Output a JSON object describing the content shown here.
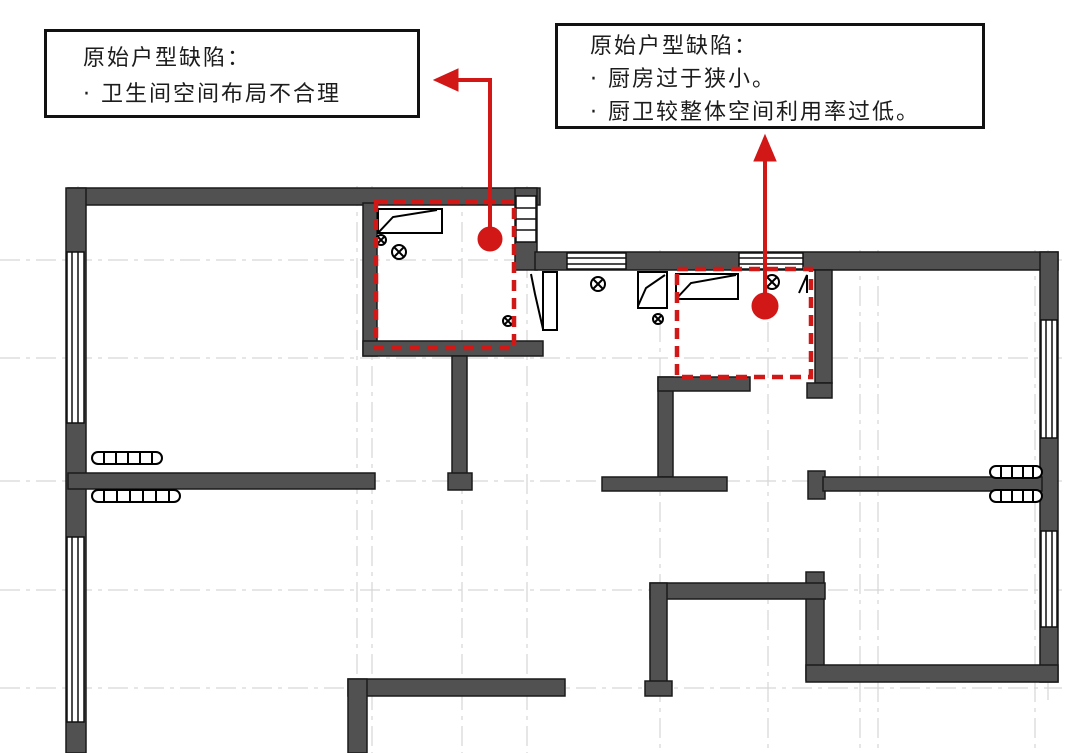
{
  "colors": {
    "background": "#ffffff",
    "wall_fill": "#515151",
    "wall_outline": "#1a1a1a",
    "accent_red": "#d21717",
    "grid_line": "#cfcfcf",
    "callout_border": "#111111"
  },
  "callouts": {
    "left": {
      "title": "原始户型缺陷：",
      "items": [
        "· 卫生间空间布局不合理"
      ]
    },
    "right": {
      "title": "原始户型缺陷：",
      "items": [
        "· 厨房过于狭小。",
        "· 厨卫较整体空间利用率过低。"
      ]
    }
  },
  "markers": {
    "left_callout_pointer": "arrow-left-icon",
    "right_callout_pointer": "arrow-up-icon",
    "defect_spot": "target-dot",
    "defect_area_style": "red-dashed-rectangle",
    "drain_symbol": "circle-cross-drain",
    "radiator_symbol": "radiator-strip",
    "window_symbol": "triple-line-window"
  }
}
